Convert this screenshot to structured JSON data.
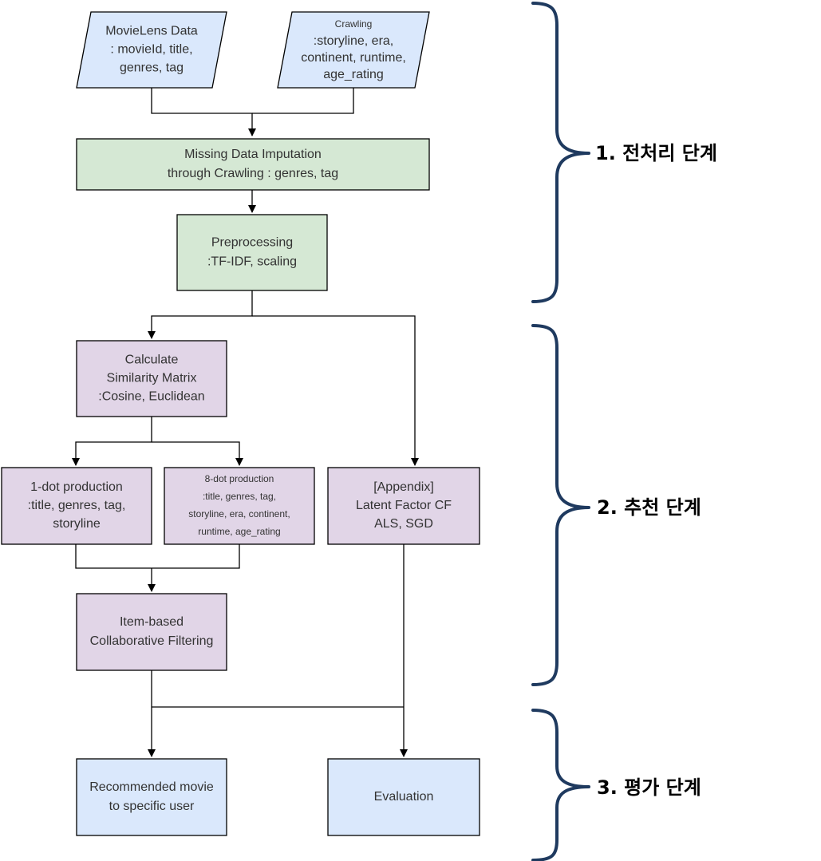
{
  "colors": {
    "input_fill": "#dae8fc",
    "preprocess_fill": "#d5e8d4",
    "recommend_fill": "#e1d5e7",
    "output_fill": "#dae8fc",
    "brace": "#1f3a5f"
  },
  "inputs": {
    "movielens": [
      "MovieLens Data",
      ": movieId, title,",
      "genres, tag"
    ],
    "crawling": [
      "Crawling",
      ":storyline, era,",
      "continent, runtime,",
      "age_rating"
    ]
  },
  "preprocess": {
    "imputation": [
      "Missing Data Imputation",
      "through Crawling : genres, tag"
    ],
    "preprocessing": [
      "Preprocessing",
      ":TF-IDF, scaling"
    ]
  },
  "recommend": {
    "similarity": [
      "Calculate",
      "Similarity Matrix",
      ":Cosine, Euclidean"
    ],
    "one_dot": [
      "1-dot production",
      ":title, genres, tag,",
      "storyline"
    ],
    "eight_dot": [
      "8-dot production",
      ":title, genres, tag,",
      "storyline, era, continent,",
      "runtime, age_rating"
    ],
    "appendix": [
      "[Appendix]",
      "Latent Factor CF",
      "ALS, SGD"
    ],
    "item_cf": [
      "Item-based",
      "Collaborative Filtering"
    ]
  },
  "outputs": {
    "recommended": [
      "Recommended movie",
      "to specific user"
    ],
    "evaluation": [
      "Evaluation"
    ]
  },
  "stages": {
    "stage1": "1. 전처리 단계",
    "stage2": "2. 추천 단계",
    "stage3": "3. 평가 단계"
  }
}
